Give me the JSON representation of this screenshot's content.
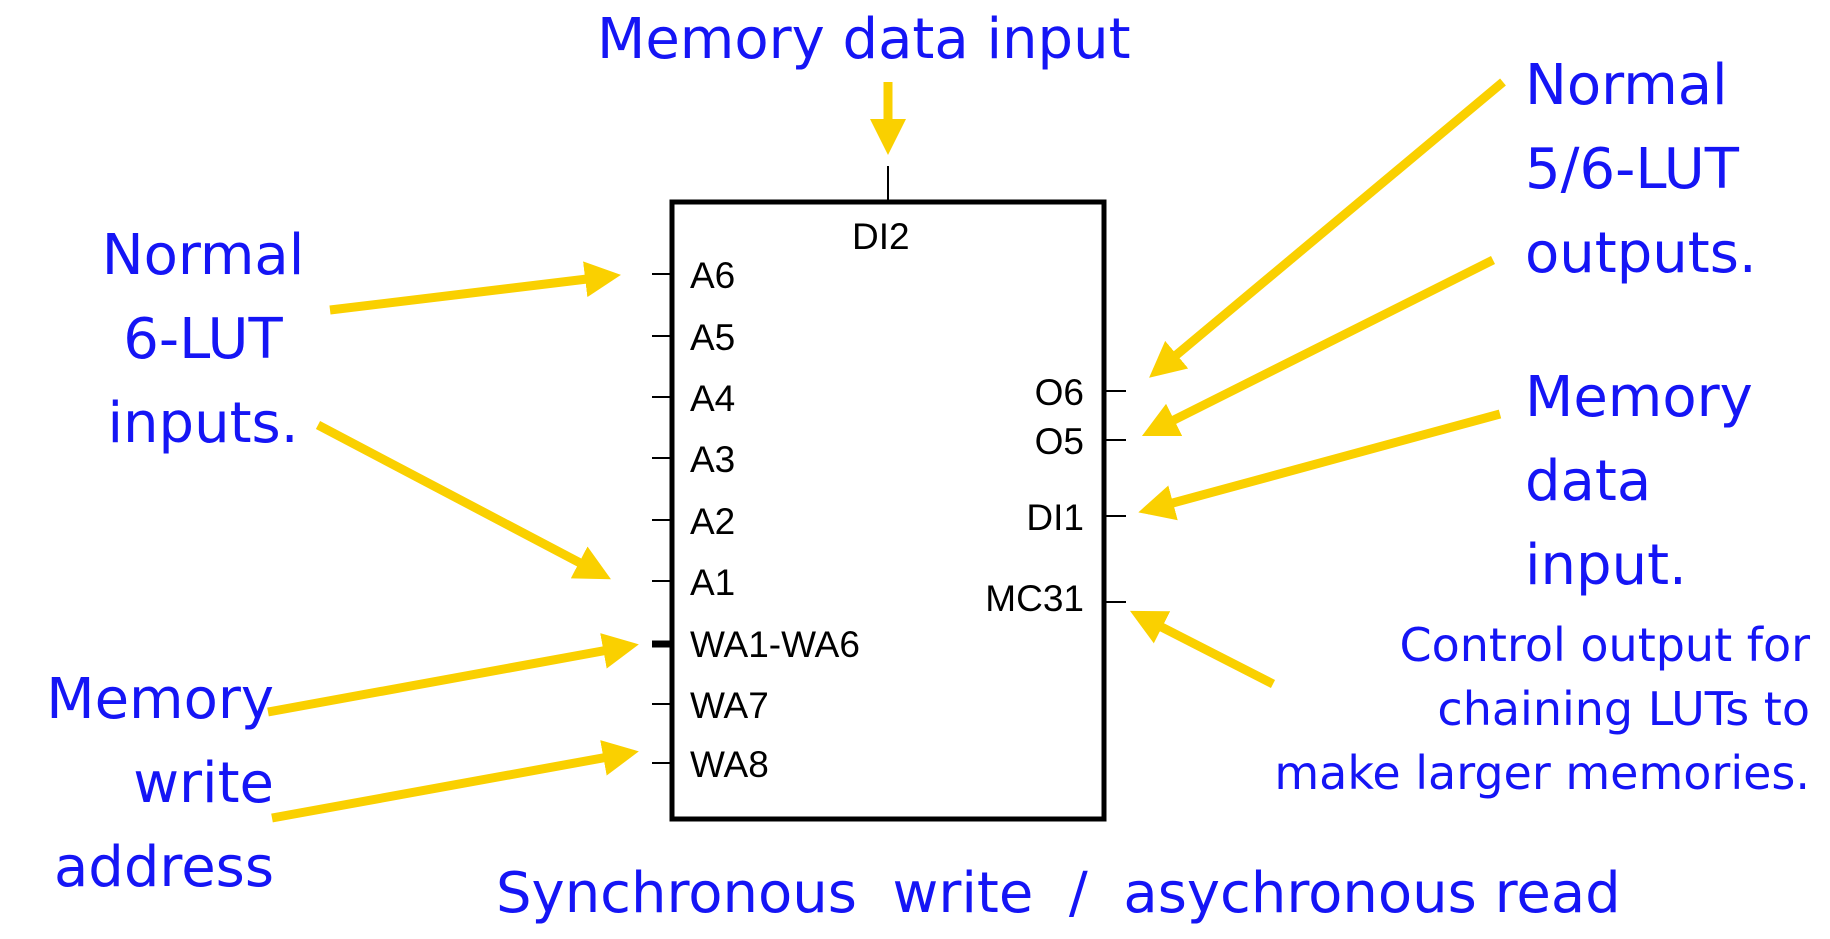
{
  "colors": {
    "annotation_text": "#1515f5",
    "arrow": "#fad000",
    "block": "#000000",
    "background": "#ffffff"
  },
  "annotations": {
    "memory_data_input_top": "Memory data input",
    "normal_6lut_inputs": [
      "Normal",
      "6-LUT",
      "inputs."
    ],
    "normal_56lut_outputs": [
      "Normal",
      "5/6-LUT",
      "outputs."
    ],
    "memory_data_input_right": [
      "Memory",
      "data",
      "input."
    ],
    "control_output": [
      "Control output for",
      "chaining LUTs to",
      "make larger memories."
    ],
    "memory_write_address": [
      "Memory",
      "write",
      "address"
    ],
    "bottom_caption": "Synchronous  write  /  asychronous read"
  },
  "block": {
    "top_pin": "DI2",
    "left_pins": [
      "A6",
      "A5",
      "A4",
      "A3",
      "A2",
      "A1",
      "WA1-WA6",
      "WA7",
      "WA8"
    ],
    "right_pins": [
      "O6",
      "O5",
      "DI1",
      "MC31"
    ]
  }
}
